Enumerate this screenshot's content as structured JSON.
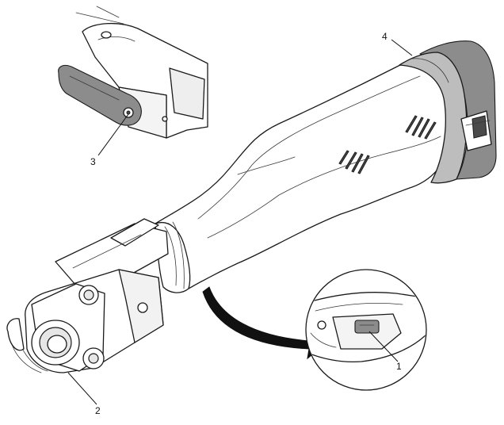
{
  "callouts": [
    {
      "id": "1",
      "label": "1"
    },
    {
      "id": "2",
      "label": "2"
    },
    {
      "id": "3",
      "label": "3"
    },
    {
      "id": "4",
      "label": "4"
    }
  ],
  "colors": {
    "line": "#1a1a1a",
    "body_fill": "#ffffff",
    "battery_fill": "#8c8c8c",
    "arrow_fill": "#111111"
  },
  "icons": {
    "tool": "press-tool-drawing",
    "detail": "jaw-latch-detail",
    "zoom": "trigger-zoom-circle",
    "arrow": "curved-arrow"
  }
}
